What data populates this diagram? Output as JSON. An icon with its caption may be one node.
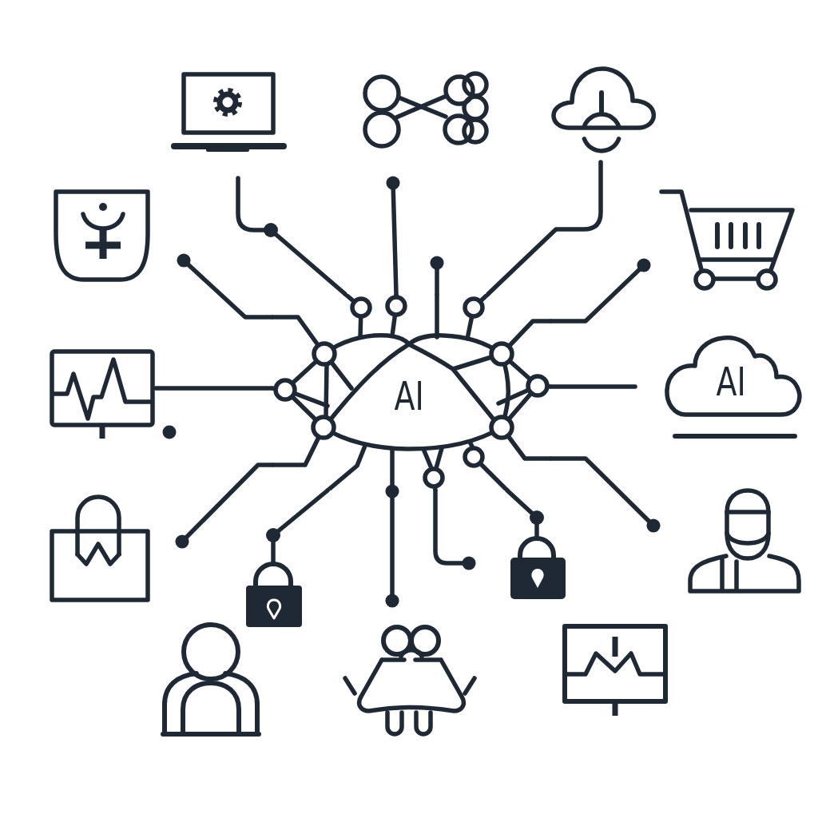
{
  "diagram": {
    "nodes": [
      {
        "text": [],
        "shape": "picture"
      },
      {
        "text": [
          "AI"
        ]
      },
      {
        "text": [
          "AI"
        ]
      },
      {
        "text": [],
        "shape": "picture"
      },
      {
        "text": [],
        "shape": "picture"
      }
    ],
    "edges": [
      {
        "from": 1,
        "to": null,
        "arrow": "none"
      },
      {
        "from": 1,
        "to": null,
        "arrow": "other"
      },
      {
        "from": 1,
        "to": null,
        "arrow": "other"
      },
      {
        "from": 1,
        "to": null,
        "arrow": "none"
      },
      {
        "from": 1,
        "to": null,
        "arrow": "other"
      },
      {
        "from": 1,
        "to": null,
        "arrow": "none"
      },
      {
        "from": 1,
        "to": null,
        "arrow": "other"
      },
      {
        "from": 1,
        "to": 4,
        "arrow": "none"
      },
      {
        "from": 1,
        "to": null,
        "arrow": "other"
      },
      {
        "from": 1,
        "to": null,
        "arrow": "other"
      },
      {
        "from": 1,
        "to": 3,
        "arrow": "none"
      },
      {
        "from": 1,
        "to": null,
        "arrow": "other"
      },
      {
        "from": 1,
        "to": 0,
        "arrow": "none"
      },
      {
        "from": 1,
        "to": null,
        "arrow": "other"
      }
    ]
  }
}
